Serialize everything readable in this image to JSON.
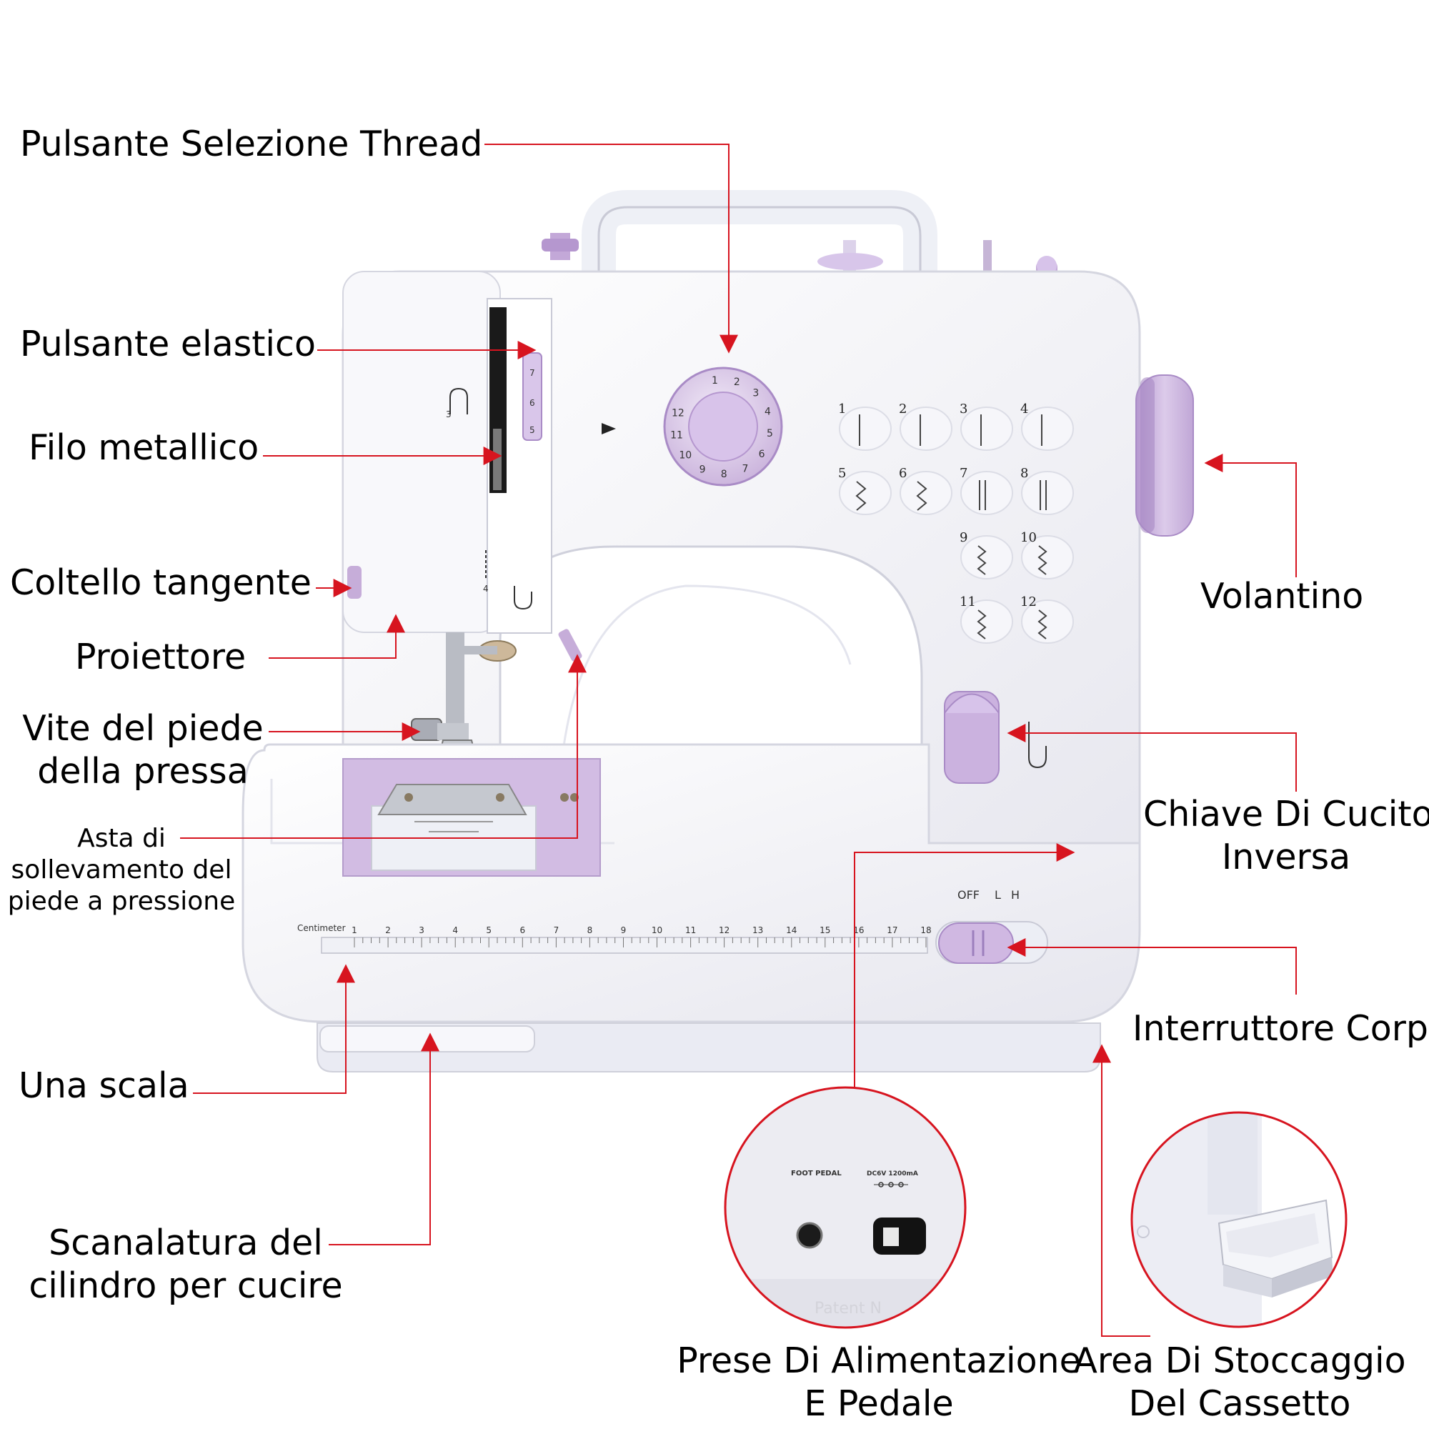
{
  "callouts": {
    "thread_button": "Pulsante Selezione Thread",
    "elastic_button": "Pulsante elastico",
    "metal_wire": "Filo metallico",
    "tangent_knife": "Coltello tangente",
    "projector": "Proiettore",
    "presser_foot_screw": [
      "Vite del piede",
      "della pressa"
    ],
    "lifting_rod": [
      "Asta di",
      "sollevamento del",
      "piede a pressione"
    ],
    "ruler": "Una scala",
    "cylinder_groove": [
      "Scanalatura del",
      "cilindro per cucire"
    ],
    "handwheel": "Volantino",
    "reverse_key": [
      "Chiave Di Cucito",
      "Inversa"
    ],
    "body_switch": "Interruttore Corpo",
    "power_sockets": [
      "Prese Di Alimentazione",
      "E Pedale"
    ],
    "drawer_storage": [
      "Area Di Stoccaggio",
      "Del Cassetto"
    ]
  },
  "machine": {
    "dial_numbers": [
      "1",
      "2",
      "3",
      "4",
      "5",
      "6",
      "7",
      "8",
      "9",
      "10",
      "11",
      "12"
    ],
    "side_dial_numbers": [
      "7",
      "6",
      "5"
    ],
    "stitch_numbers": [
      "1",
      "2",
      "3",
      "4",
      "5",
      "6",
      "7",
      "8",
      "9",
      "10",
      "11",
      "12"
    ],
    "ruler_unit": "Centimeter",
    "ruler_numbers": [
      "1",
      "2",
      "3",
      "4",
      "5",
      "6",
      "7",
      "8",
      "9",
      "10",
      "11",
      "12",
      "13",
      "14",
      "15",
      "16",
      "17",
      "18"
    ],
    "threading_marks": [
      "3",
      "4"
    ],
    "switch_labels": [
      "OFF",
      "L",
      "H"
    ],
    "socket_labels": [
      "FOOT PEDAL",
      "DC6V 1200mA"
    ],
    "patent_text": "Patent N"
  },
  "colors": {
    "arrow": "#d7141f",
    "body": "#f3f3f8",
    "accent": "#c8b2dd",
    "accent_dark": "#a98bc6"
  }
}
